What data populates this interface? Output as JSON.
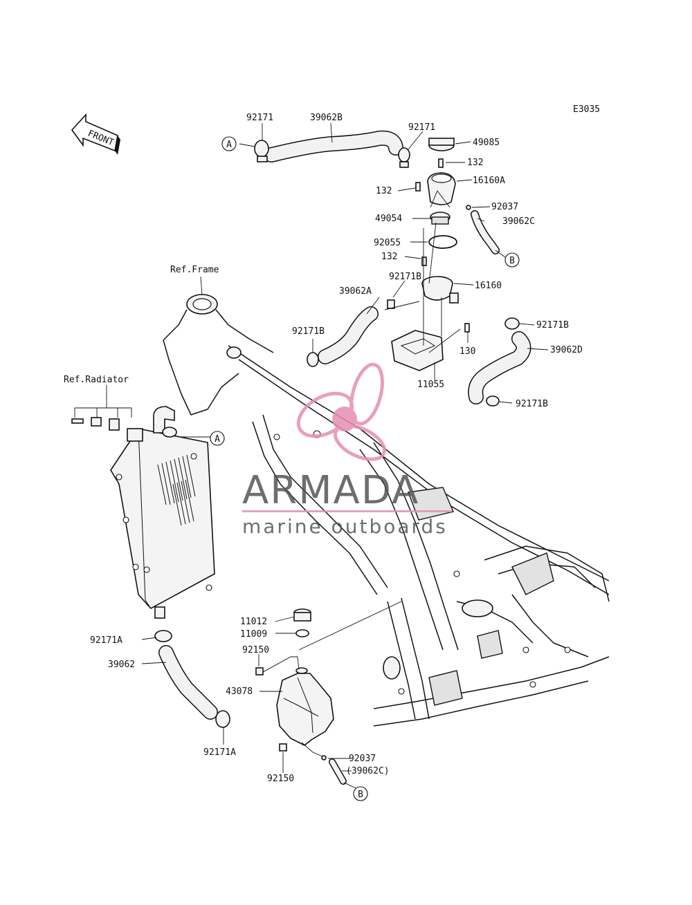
{
  "diagram_code": "E3035",
  "front_arrow_label": "FRONT",
  "ref_labels": {
    "frame": "Ref.Frame",
    "radiator": "Ref.Radiator"
  },
  "connectors": {
    "a": "A",
    "b": "B"
  },
  "parts": {
    "p92171_left": "92171",
    "p39062B": "39062B",
    "p92171_right": "92171",
    "p49085": "49085",
    "p132_top": "132",
    "p16160A": "16160A",
    "p132_left": "132",
    "p92037_top": "92037",
    "p49054": "49054",
    "p39062C": "39062C",
    "p92055": "92055",
    "p132_mid": "132",
    "p92171B_top": "92171B",
    "p16160": "16160",
    "p39062A": "39062A",
    "p92171B_left": "92171B",
    "p92171B_right": "92171B",
    "p130": "130",
    "p39062D": "39062D",
    "p11055": "11055",
    "p92171B_bottom": "92171B",
    "p11012": "11012",
    "p11009": "11009",
    "p92150_top": "92150",
    "p43078": "43078",
    "p92171A_top": "92171A",
    "p39062": "39062",
    "p92171A_bottom": "92171A",
    "p92037_bottom": "92037",
    "p39062C_ref": "(39062C)",
    "p92150_bottom": "92150"
  },
  "watermark": {
    "brand": "ARMADA",
    "tagline": "marine outboards"
  },
  "colors": {
    "line": "#111111",
    "watermark_pink": "#e58fb2",
    "watermark_gray": "#555555"
  }
}
